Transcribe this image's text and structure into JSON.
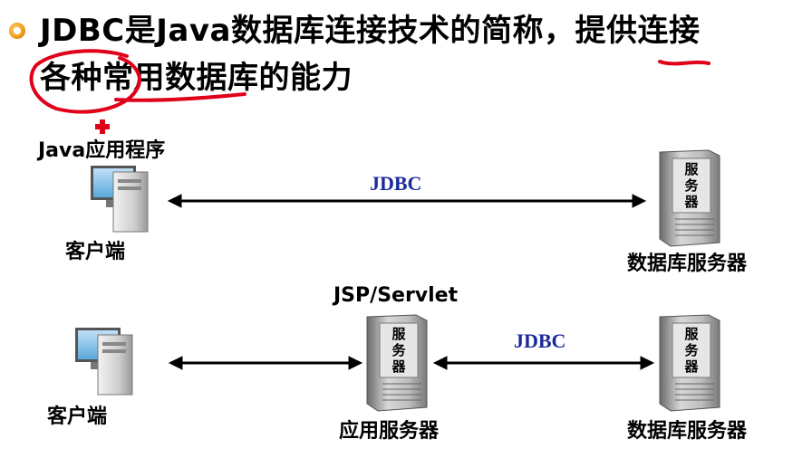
{
  "heading": {
    "line1": "JDBC是Java数据库连接技术的简称，提供连接",
    "line2": "各种常用数据库的能力"
  },
  "top_row": {
    "app_label": "Java应用程序",
    "client_label": "客户端",
    "link_label": "JDBC",
    "db_label": "数据库服务器",
    "server_text": "服\n务\n器"
  },
  "bottom_row": {
    "client_label": "客户端",
    "middle_title": "JSP/Servlet",
    "middle_label": "应用服务器",
    "link_label": "JDBC",
    "db_label": "数据库服务器",
    "server_text": "服\n务\n器"
  },
  "colors": {
    "annotation": "#e0001a",
    "jdbc_text": "#1a2a9c",
    "bullet": "#f0a020"
  },
  "icons": [
    "bullet-icon",
    "computer-icon",
    "server-icon",
    "double-arrow-icon",
    "plus-icon"
  ]
}
